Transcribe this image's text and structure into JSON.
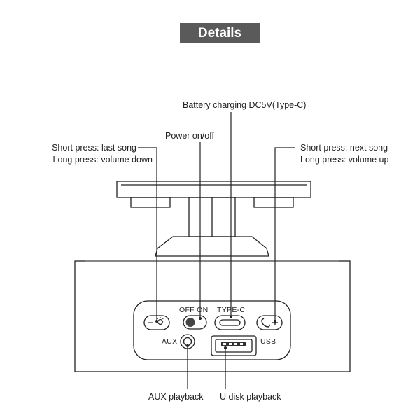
{
  "title": "Details",
  "callouts": {
    "battery_charging": "Battery charging DC5V(Type-C)",
    "power": "Power on/off",
    "left_button": [
      "Short press: last song",
      "Long press: volume down"
    ],
    "right_button": [
      "Short press: next song",
      "Long press: volume up"
    ],
    "aux": "AUX playback",
    "udisk": "U disk playback"
  },
  "panel_labels": {
    "off_on": "OFF ON",
    "type_c": "TYPE-C",
    "aux": "AUX",
    "usb": "USB"
  },
  "icons": {
    "left_button": "minus-lightbulb-icon",
    "right_button": "phone-plus-icon",
    "power_switch": "toggle-switch",
    "type_c_port": "usb-c-port",
    "aux_port": "aux-jack",
    "usb_port": "usb-a-port"
  }
}
